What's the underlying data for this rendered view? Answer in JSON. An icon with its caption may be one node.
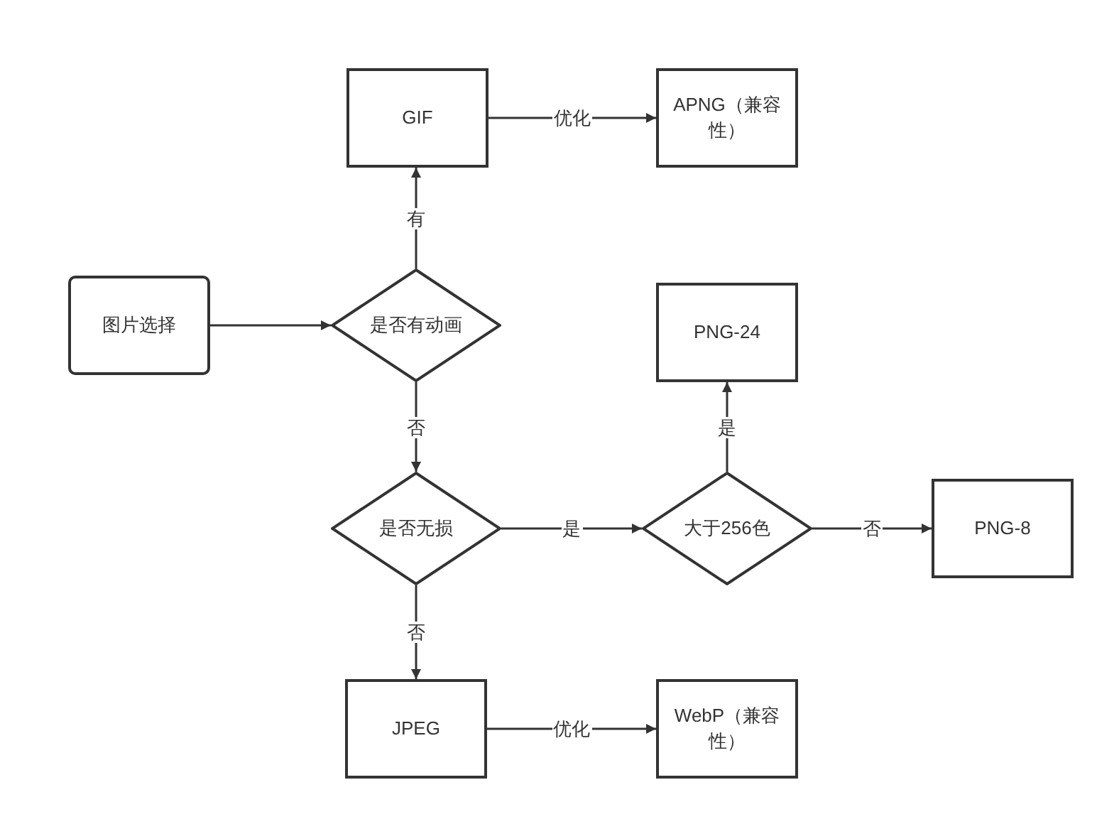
{
  "diagram": {
    "nodes": [
      {
        "text": [
          "图片选择"
        ]
      },
      {
        "text": [
          "是否有动画"
        ]
      },
      {
        "text": [
          "GIF"
        ]
      },
      {
        "text": [
          "APNG（兼容性）"
        ]
      },
      {
        "text": [
          "是否无损"
        ]
      },
      {
        "text": [
          "大于256色"
        ]
      },
      {
        "text": [
          "PNG-24"
        ]
      },
      {
        "text": [
          "PNG-8"
        ]
      },
      {
        "text": [
          "JPEG"
        ]
      },
      {
        "text": [
          "WebP（兼容性）"
        ]
      }
    ],
    "edges": [
      {
        "from": 0,
        "to": 1,
        "arrow": "to"
      },
      {
        "from": 1,
        "to": 2,
        "arrow": "to",
        "label": "有"
      },
      {
        "from": 2,
        "to": 3,
        "arrow": "to",
        "label": "优化"
      },
      {
        "from": 1,
        "to": 4,
        "arrow": "to",
        "label": "否"
      },
      {
        "from": 4,
        "to": 5,
        "arrow": "to",
        "label": "是"
      },
      {
        "from": 5,
        "to": 6,
        "arrow": "to",
        "label": "是"
      },
      {
        "from": 5,
        "to": 7,
        "arrow": "to",
        "label": "否"
      },
      {
        "from": 4,
        "to": 8,
        "arrow": "to",
        "label": "否"
      },
      {
        "from": 8,
        "to": 9,
        "arrow": "to",
        "label": "优化"
      }
    ]
  }
}
